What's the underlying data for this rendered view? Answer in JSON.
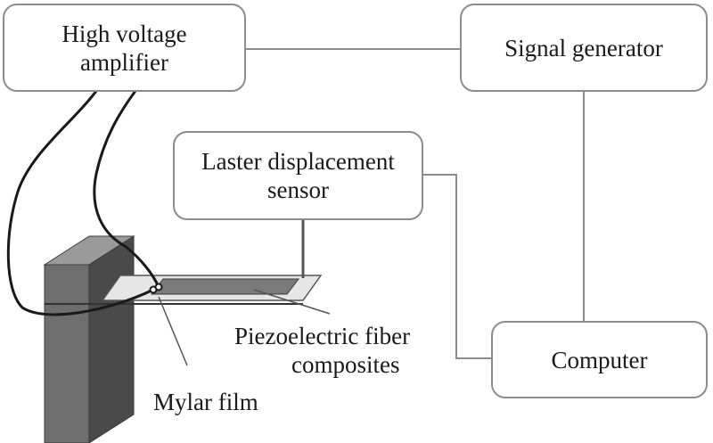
{
  "boxes": {
    "amplifier": "High voltage\namplifier",
    "signal_generator": "Signal generator",
    "sensor": "Laster displacement\nsensor",
    "computer": "Computer"
  },
  "labels": {
    "pfc_line1": "Piezoelectric fiber",
    "pfc_line2": "composites",
    "mylar": "Mylar film"
  },
  "colors": {
    "outline": "#8c8c8c",
    "wire": "#1a1a1a",
    "block_front": "#6e6e6e",
    "block_side": "#4a4a4a",
    "block_top": "#9a9a9a"
  }
}
